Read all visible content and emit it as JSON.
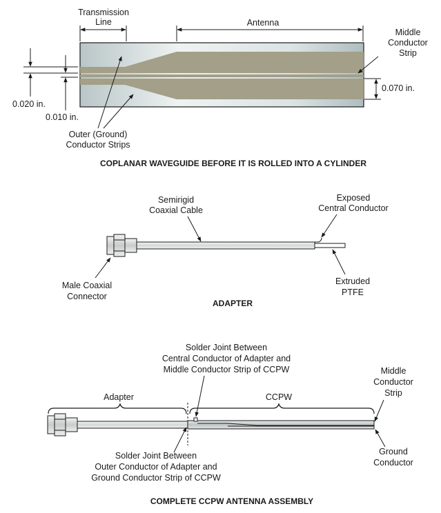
{
  "panel1": {
    "transmission_line": [
      "Transmission",
      "Line"
    ],
    "antenna": "Antenna",
    "middle_conductor": [
      "Middle",
      "Conductor",
      "Strip"
    ],
    "dim_070": "0.070 in.",
    "dim_020": "0.020 in.",
    "dim_010": "0.010 in.",
    "outer_ground": [
      "Outer (Ground)",
      "Conductor Strips"
    ],
    "caption": "COPLANAR WAVEGUIDE BEFORE IT IS ROLLED INTO A CYLINDER"
  },
  "panel2": {
    "semirigid": [
      "Semirigid",
      "Coaxial Cable"
    ],
    "exposed": [
      "Exposed",
      "Central Conductor"
    ],
    "male_connector": [
      "Male Coaxial",
      "Connector"
    ],
    "extruded": [
      "Extruded",
      "PTFE"
    ],
    "caption": "ADAPTER"
  },
  "panel3": {
    "solder_top": [
      "Solder Joint Between",
      "Central Conductor of Adapter and",
      "Middle Conductor Strip of CCPW"
    ],
    "adapter": "Adapter",
    "ccpw": "CCPW",
    "middle_conductor": [
      "Middle",
      "Conductor",
      "Strip"
    ],
    "solder_bottom": [
      "Solder Joint Between",
      "Outer Conductor of Adapter and",
      "Ground Conductor Strip of CCPW"
    ],
    "ground": [
      "Ground",
      "Conductor"
    ],
    "caption": "COMPLETE CCPW ANTENNA ASSEMBLY"
  },
  "colors": {
    "substrate_light": "#e6ecec",
    "substrate_dark": "#b4c2c4",
    "metal": "#a39f88",
    "cable": "#e2e4e4"
  }
}
